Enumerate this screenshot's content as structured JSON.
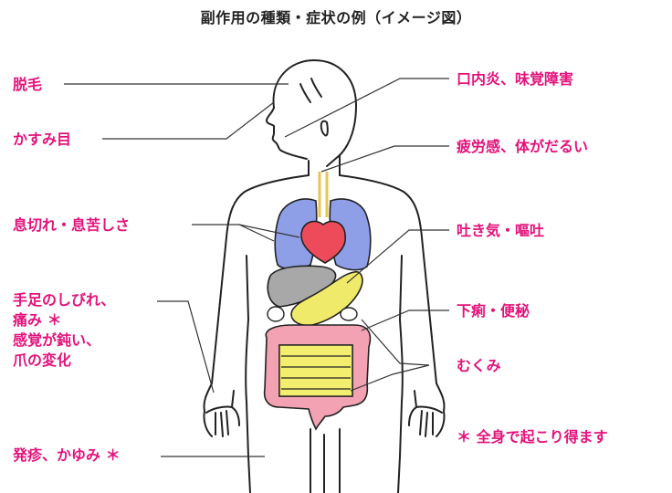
{
  "title": "副作用の種類・症状の例（イメージ図）",
  "colors": {
    "label": "#e4127a",
    "outline": "#222222",
    "lung": "#8e9fe8",
    "heart": "#ee4b5a",
    "liver": "#a8a8a8",
    "stomach": "#f0ea6a",
    "large_intestine": "#f2a2b2",
    "small_intestine": "#f4ee6e"
  },
  "labels": {
    "left": [
      {
        "key": "hair",
        "lines": [
          "脱毛"
        ]
      },
      {
        "key": "vision",
        "lines": [
          "かすみ目"
        ]
      },
      {
        "key": "breath",
        "lines": [
          "息切れ・息苦しさ"
        ]
      },
      {
        "key": "numbness",
        "lines": [
          "手足のしびれ、",
          "痛み ＊",
          "感覚が鈍い、",
          "爪の変化"
        ]
      },
      {
        "key": "rash",
        "lines": [
          "発疹、かゆみ ＊"
        ]
      }
    ],
    "right": [
      {
        "key": "mouth",
        "lines": [
          "口内炎、味覚障害"
        ]
      },
      {
        "key": "fatigue",
        "lines": [
          "疲労感、体がだるい"
        ]
      },
      {
        "key": "nausea",
        "lines": [
          "吐き気・嘔吐"
        ]
      },
      {
        "key": "bowel",
        "lines": [
          "下痢・便秘"
        ]
      },
      {
        "key": "swelling",
        "lines": [
          "むくみ"
        ]
      }
    ]
  },
  "footnote": "＊ 全身で起こり得ます"
}
